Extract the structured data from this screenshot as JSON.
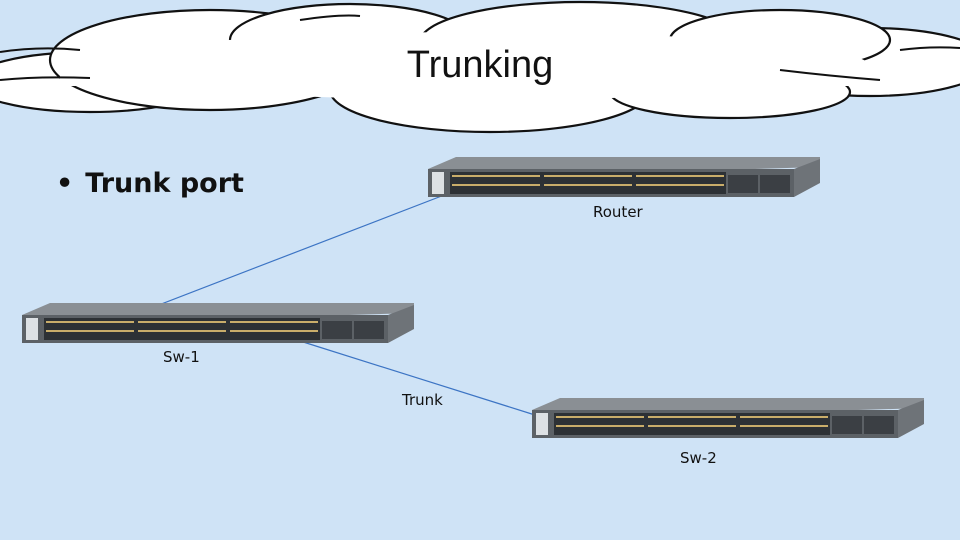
{
  "slide": {
    "title": "Trunking",
    "bullet": {
      "marker": "•",
      "text": "Trunk port"
    }
  },
  "diagram": {
    "devices": [
      {
        "id": "router",
        "label": "Router"
      },
      {
        "id": "sw1",
        "label": "Sw-1"
      },
      {
        "id": "sw2",
        "label": "Sw-2"
      }
    ],
    "links": [
      {
        "from": "sw1",
        "to": "router",
        "label": ""
      },
      {
        "from": "sw1",
        "to": "sw2",
        "label": "Trunk"
      }
    ]
  },
  "colors": {
    "background": "#cfe3f6",
    "cloud_fill": "#ffffff",
    "cloud_stroke": "#111111",
    "link_line": "#3c74c4",
    "switch_body": "#6e7378",
    "port_highlight": "#c9ad6a"
  }
}
